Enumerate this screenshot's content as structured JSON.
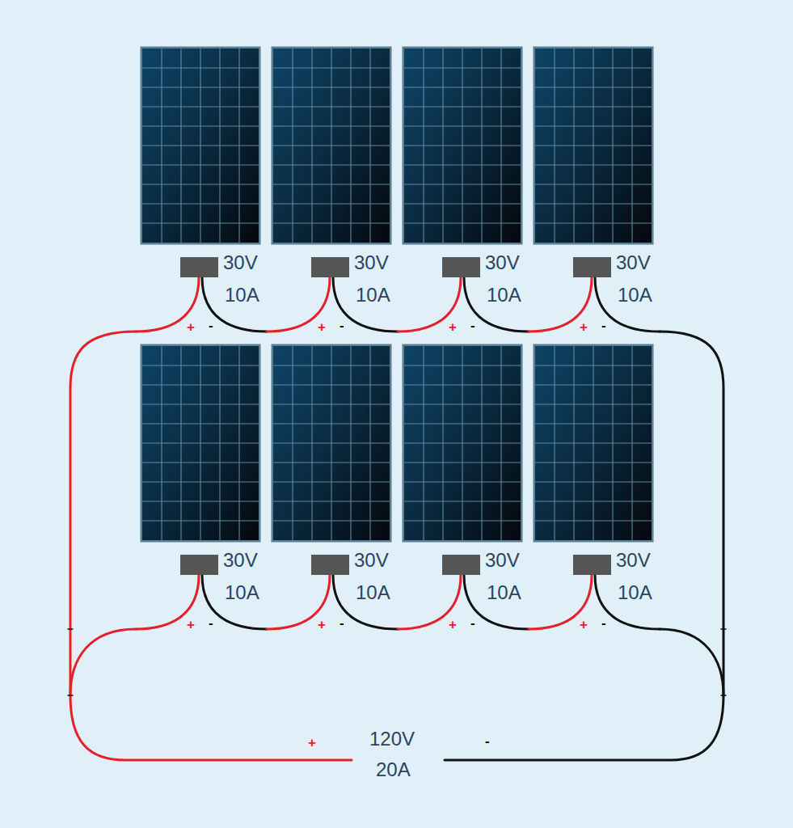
{
  "diagram": {
    "labels": [
      "30V",
      "10A",
      "+",
      "-",
      "30V",
      "10A",
      "+",
      "-",
      "30V",
      "10A",
      "+",
      "-",
      "30V",
      "10A",
      "+",
      "-",
      "30V",
      "10A",
      "+",
      "-",
      "30V",
      "10A",
      "+",
      "-",
      "30V",
      "10A",
      "+",
      "-",
      "30V",
      "10A",
      "+",
      "-",
      "+",
      "120V",
      "20A",
      "-"
    ]
  }
}
